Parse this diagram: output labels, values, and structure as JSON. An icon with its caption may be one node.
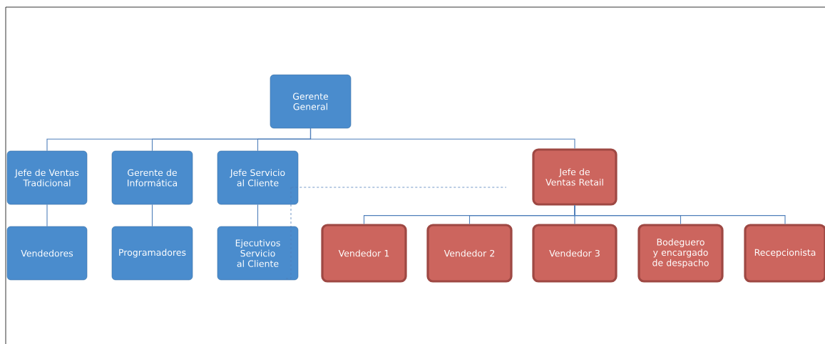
{
  "diagram": {
    "nodes": [
      {
        "text": [
          "Gerente General"
        ]
      },
      {
        "text": [
          "Jefe de Ventas Tradicional"
        ]
      },
      {
        "text": [
          "Gerente de Informática"
        ]
      },
      {
        "text": [
          "Jefe Servicio al Cliente"
        ]
      },
      {
        "text": [
          "Jefe de Ventas Retail"
        ]
      },
      {
        "text": [
          "Vendedores"
        ]
      },
      {
        "text": [
          "Programadores"
        ]
      },
      {
        "text": [
          "Ejecutivos Servicio al Cliente"
        ]
      },
      {
        "text": [
          "Vendedor 1"
        ]
      },
      {
        "text": [
          "Vendedor 2"
        ]
      },
      {
        "text": [
          "Vendedor 3"
        ]
      },
      {
        "text": [
          "Bodeguero y encargado de despacho"
        ]
      },
      {
        "text": [
          "Recepcionista"
        ]
      }
    ],
    "edges": [
      {
        "from": 0,
        "to": 1,
        "arrow": "none"
      },
      {
        "from": 0,
        "to": 2,
        "arrow": "none"
      },
      {
        "from": 0,
        "to": 3,
        "arrow": "none"
      },
      {
        "from": 0,
        "to": 4,
        "arrow": "none"
      },
      {
        "from": 1,
        "to": 5,
        "arrow": "none"
      },
      {
        "from": 2,
        "to": 6,
        "arrow": "none"
      },
      {
        "from": 3,
        "to": 7,
        "arrow": "none"
      },
      {
        "from": 4,
        "to": 8,
        "arrow": "none"
      },
      {
        "from": 4,
        "to": 9,
        "arrow": "none"
      },
      {
        "from": 4,
        "to": 10,
        "arrow": "none"
      },
      {
        "from": 4,
        "to": 11,
        "arrow": "none"
      },
      {
        "from": 4,
        "to": 12,
        "arrow": "none"
      },
      {
        "from": 3,
        "to": null,
        "arrow": "none",
        "style": "dashed"
      }
    ]
  }
}
